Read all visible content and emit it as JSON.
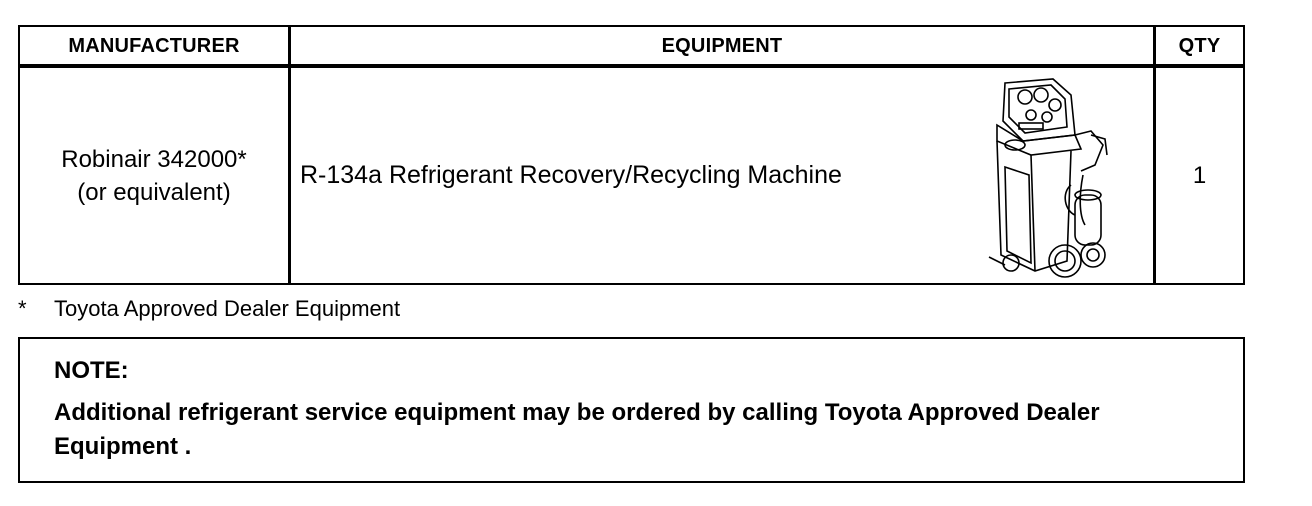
{
  "table": {
    "headers": {
      "manufacturer": "MANUFACTURER",
      "equipment": "EQUIPMENT",
      "qty": "QTY"
    },
    "row": {
      "manufacturer_line1": "Robinair 342000*",
      "manufacturer_line2": "(or equivalent)",
      "equipment": "R-134a Refrigerant Recovery/Recycling Machine",
      "equipment_image": "refrigerant-recovery-machine-illustration",
      "qty": "1"
    }
  },
  "footnote": {
    "marker": "*",
    "text": "Toyota Approved Dealer Equipment"
  },
  "note": {
    "title": "NOTE:",
    "body": "Additional refrigerant service equipment may be ordered by calling Toyota Approved Dealer Equipment ."
  }
}
